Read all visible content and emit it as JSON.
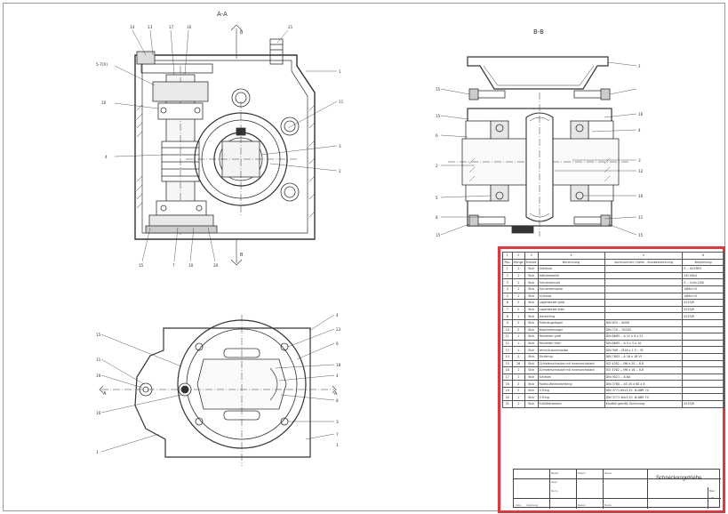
{
  "views": {
    "section_aa": "A-A",
    "section_bb": "B-B",
    "cut_b": "B",
    "cut_a": "A"
  },
  "callouts": {
    "aa": [
      "14",
      "13",
      "17",
      "16",
      "21",
      "1",
      "5-7(X)",
      "10",
      "4",
      "11",
      "3",
      "2",
      "15",
      "7",
      "10",
      "20"
    ],
    "bb": [
      "1",
      "15",
      "15",
      "6",
      "16",
      "4",
      "2",
      "3",
      "12",
      "5",
      "8",
      "16",
      "11",
      "15",
      "15"
    ],
    "plan": [
      "4",
      "23",
      "6",
      "15",
      "11",
      "19",
      "18",
      "16",
      "4",
      "8",
      "3",
      "1",
      "7",
      "1"
    ]
  },
  "bom": {
    "header_row": [
      "1",
      "2",
      "3",
      "4",
      "5",
      "6"
    ],
    "column_labels": [
      "Pos.",
      "Menge",
      "Einheit",
      "Benennung",
      "Sachnummer / Norm - Kurzbezeichnung",
      "Bemerkung"
    ],
    "rows": [
      [
        "1",
        "1",
        "Stck",
        "Gehäuse",
        "",
        "S -- ISCFBP4"
      ],
      [
        "2",
        "1",
        "Stck",
        "Abtriebswelle",
        "",
        "34CrMo4"
      ],
      [
        "3",
        "1",
        "Stck",
        "Schneckenrad",
        "",
        "S -- CuSn12Ni"
      ],
      [
        "4",
        "1",
        "Stck",
        "Schneckenwelle",
        "",
        "16MnCr5"
      ],
      [
        "5",
        "1",
        "Stck",
        "Zylinrad",
        "",
        "16MnCr5"
      ],
      [
        "6",
        "2",
        "Stck",
        "Lagerdeckel groß",
        "",
        "S235JR"
      ],
      [
        "7",
        "2",
        "Stck",
        "Lagerdeckel klein",
        "",
        "S235JR"
      ],
      [
        "8",
        "1",
        "Stck",
        "Deckelring",
        "",
        "S235JR"
      ],
      [
        "9",
        "2",
        "Stck",
        "Rillenkugellager",
        "DIN 625 -- 6009",
        ""
      ],
      [
        "10",
        "2",
        "Stck",
        "Kegelrollenlager",
        "DIN 720 -- 30203",
        ""
      ],
      [
        "11",
        "1",
        "Stck",
        "Passfeder groß",
        "DIN 6885 -- A 12 x 8 x 22",
        ""
      ],
      [
        "12",
        "1",
        "Stck",
        "Passfeder klein",
        "DIN 6885 -- A 5 x 5 x 10",
        ""
      ],
      [
        "13",
        "1",
        "Stck",
        "Verschlussschraube",
        "DIN 908 -- M16 x 1,5 -- St",
        ""
      ],
      [
        "14",
        "2",
        "Stck",
        "Dichtring",
        "DIN 7603 -- A 16 x 18 Vf",
        ""
      ],
      [
        "15",
        "16",
        "Stck",
        "Zylinderschraube mit Innensechskant",
        "ISO 4762 -- M6 x 20 -- 8.8",
        ""
      ],
      [
        "16",
        "1",
        "Stck",
        "Zylinderschraube mit Innensechskant",
        "ISO 4762 -- M6 x 16 -- 8.8",
        ""
      ],
      [
        "17",
        "1",
        "Stck",
        "Scheibe",
        "DIN 9021 -- 8-6A",
        ""
      ],
      [
        "18",
        "2",
        "Stck",
        "Radial-Wellendichtring",
        "DIN 3760 -- AS 45 x 60 x 8",
        ""
      ],
      [
        "19",
        "2",
        "Stck",
        "O-Ring",
        "DIN 3771 85x3,55 -N-NBR 70",
        ""
      ],
      [
        "20",
        "1",
        "Stck",
        "O-Ring",
        "DIN 3771 40x3,55 -N-NBR 70",
        ""
      ],
      [
        "21",
        "1",
        "Stck",
        "Entlüfterbolzen",
        "Kaufteil gemäß Zeichnung",
        "S235JR"
      ]
    ],
    "title": "Schneckengetriebe",
    "block_labels": [
      "Bearb.",
      "Gepr.",
      "Norm",
      "Datum",
      "Name",
      "Zust.",
      "Änderung",
      "Datum",
      "Name",
      "Blatt",
      "1 Bl."
    ]
  },
  "colors": {
    "highlight": "#e8343a",
    "line": "#333333",
    "frame": "#9a9a9a"
  }
}
